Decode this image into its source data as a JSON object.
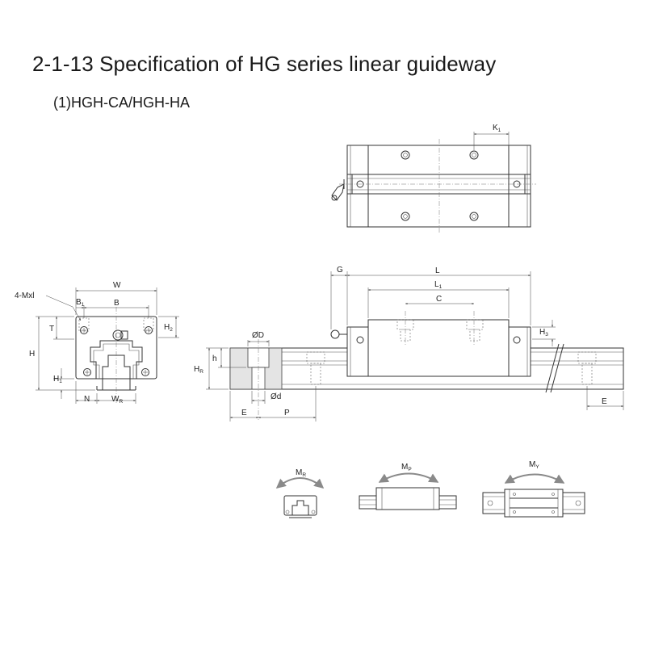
{
  "title": "2-1-13 Specification of HG series linear guideway",
  "subtitle": "(1)HGH-CA/HGH-HA",
  "labels": {
    "k1": "K",
    "k1_sub": "1",
    "mxl": "4-Mxl",
    "w": "W",
    "b1": "B",
    "b1_sub": "1",
    "b": "B",
    "t": "T",
    "h2": "H",
    "h2_sub": "2",
    "h": "H",
    "h1": "H",
    "h1_sub": "1",
    "n": "N",
    "wr": "W",
    "wr_sub": "R",
    "g": "G",
    "l": "L",
    "l1": "L",
    "l1_sub": "1",
    "c": "C",
    "h3": "H",
    "h3_sub": "3",
    "od_big": "ØD",
    "hr": "H",
    "hr_sub": "R",
    "h_small": "h",
    "od_small": "Ød",
    "e_left": "E",
    "p": "P",
    "e_right": "E",
    "mr": "M",
    "mr_sub": "R",
    "mp": "M",
    "mp_sub": "P",
    "my": "M",
    "my_sub": "Y"
  }
}
